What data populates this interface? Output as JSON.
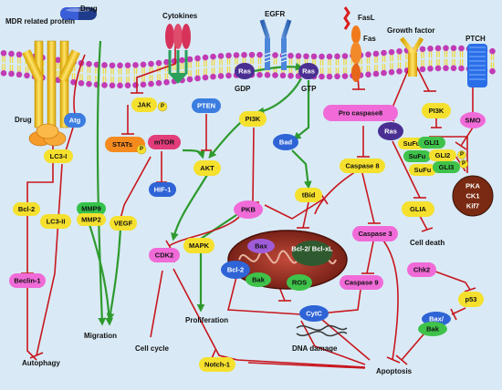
{
  "receptors": {
    "mdr_related_protein": "MDR related protein",
    "drug_top": "Drug",
    "cytokines": "Cytokines",
    "egfr": "EGFR",
    "fasl": "FasL",
    "fas": "Fas",
    "growth_factor": "Growth factor",
    "ptch": "PTCH"
  },
  "nodes": {
    "drug": "Drug",
    "atg": "Atg",
    "lc3_i": "LC3-I",
    "lc3_ii": "LC3-II",
    "bcl2_left": "Bcl-2",
    "beclin1": "Beclin-1",
    "autophagy": "Autophagy",
    "mmp9": "MMP9",
    "mmp2": "MMP2",
    "migration": "Migration",
    "jak": "JAK",
    "p": "P",
    "stats": "STATs",
    "mtor": "mTOR",
    "pten": "PTEN",
    "akt": "AKT",
    "hif1": "HIF-1",
    "vegf": "VEGF",
    "ras_gdp": "Ras",
    "gdp": "GDP",
    "ras_gtp": "Ras",
    "gtp": "GTP",
    "pi3k_mid": "PI3K",
    "bad": "Bad",
    "tbid": "tBid",
    "pkb": "PKB",
    "mapk": "MAPK",
    "proliferation": "Proliferation",
    "cdk2": "CDK2",
    "cell_cycle": "Cell cycle",
    "notch1": "Notch-1",
    "bax": "Bax",
    "bcl2_xl": "Bcl-2/ Bcl-xL",
    "bcl2_mito": "Bcl-2",
    "bak": "Bak",
    "ros": "ROS",
    "cytc": "CytC",
    "dna_damage": "DNA damage",
    "pro_caspase8": "Pro caspase8",
    "caspase8": "Caspase 8",
    "caspase3": "Caspase 3",
    "caspase9": "Caspase 9",
    "apoptosis": "Apoptosis",
    "pi3k_right": "PI3K",
    "ras_right": "Ras",
    "smo": "SMO",
    "sufu1": "SuFu",
    "sufu2": "SuFu",
    "sufu3": "SuFu",
    "gli1": "GLI1",
    "gli2": "GLI2",
    "gli3": "GLI3",
    "glia": "GLIA",
    "pka": "PKA",
    "ck1": "CK1",
    "kif7": "Kif7",
    "cell_death": "Cell death",
    "chk2": "Chk2",
    "p53": "p53",
    "bax_right": "Bax/",
    "bak_right": "Bak"
  },
  "colors": {
    "background": "#d9eaf6",
    "membrane_head": "#c13bb4",
    "membrane_tail": "#f2d93b",
    "activation": "#2e9a2e",
    "inhibition": "#c8161d"
  }
}
